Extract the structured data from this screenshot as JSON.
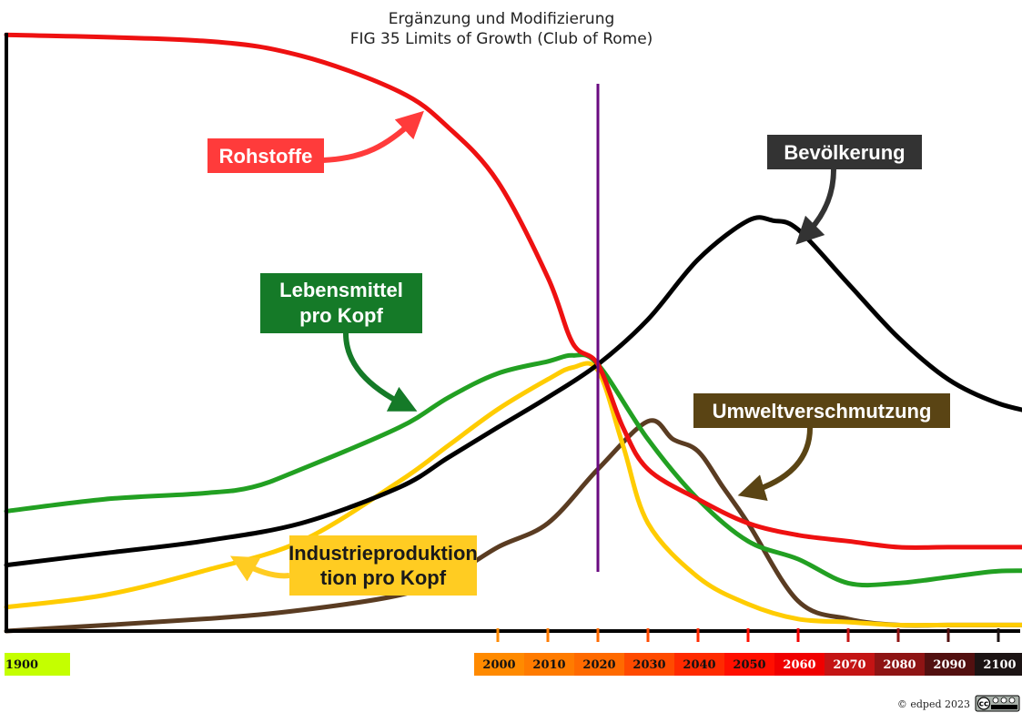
{
  "chart_data": {
    "type": "line",
    "title": [
      "Ergänzung und Modifizierung",
      "FIG 35 Limits of Growth (Club of Rome)"
    ],
    "xlabel": "",
    "ylabel": "",
    "xlim": [
      1900,
      2110
    ],
    "ylim": [
      0,
      100
    ],
    "grid": false,
    "legend": "inline-callouts",
    "marker_year": 2020,
    "x_ticks": [
      {
        "label": "1900",
        "color": "#c4ff00",
        "text_color": "#111111"
      },
      {
        "label": "2000",
        "color": "#ff8a00",
        "text_color": "#111111"
      },
      {
        "label": "2010",
        "color": "#ff7b00",
        "text_color": "#111111"
      },
      {
        "label": "2020",
        "color": "#ff6a00",
        "text_color": "#111111"
      },
      {
        "label": "2030",
        "color": "#ff4a00",
        "text_color": "#111111"
      },
      {
        "label": "2040",
        "color": "#ff2a00",
        "text_color": "#111111"
      },
      {
        "label": "2050",
        "color": "#ff0f00",
        "text_color": "#111111"
      },
      {
        "label": "2060",
        "color": "#f00000",
        "text_color": "#ffffff"
      },
      {
        "label": "2070",
        "color": "#c41414",
        "text_color": "#ffffff"
      },
      {
        "label": "2080",
        "color": "#8e1414",
        "text_color": "#ffffff"
      },
      {
        "label": "2090",
        "color": "#521010",
        "text_color": "#ffffff"
      },
      {
        "label": "2100",
        "color": "#1c1414",
        "text_color": "#ffffff"
      }
    ],
    "series": [
      {
        "name": "Rohstoffe",
        "color": "#ee1111",
        "x": [
          1900,
          1940,
          1960,
          1980,
          1990,
          2000,
          2010,
          2015,
          2020,
          2025,
          2030,
          2040,
          2050,
          2060,
          2070,
          2080,
          2090,
          2100,
          2110
        ],
        "y": [
          99.5,
          98.5,
          96,
          90,
          84,
          75,
          59,
          48,
          44.5,
          34,
          27,
          22,
          18,
          16,
          15,
          14,
          14,
          14,
          14
        ]
      },
      {
        "name": "Bevölkerung",
        "color": "#000000",
        "x": [
          1900,
          1920,
          1940,
          1960,
          1980,
          1990,
          2000,
          2010,
          2020,
          2030,
          2040,
          2050,
          2055,
          2060,
          2070,
          2080,
          2090,
          2100,
          2110
        ],
        "y": [
          11,
          13,
          15,
          18,
          24,
          29,
          34,
          39,
          44.5,
          52,
          62,
          68.5,
          68.5,
          67,
          58,
          49,
          42,
          38,
          36
        ]
      },
      {
        "name": "Lebensmittel pro Kopf",
        "color": "#22a022",
        "x": [
          1900,
          1920,
          1940,
          1950,
          1960,
          1980,
          1990,
          2000,
          2010,
          2015,
          2020,
          2030,
          2040,
          2050,
          2060,
          2070,
          2080,
          2090,
          2100,
          2110
        ],
        "y": [
          20,
          22,
          23,
          24,
          27,
          34,
          39,
          43,
          45,
          46,
          44.5,
          32,
          22,
          15,
          12,
          8,
          8,
          9,
          10,
          10
        ]
      },
      {
        "name": "Industrieproduktion pro Kopf",
        "color": "#ffcc00",
        "x": [
          1900,
          1920,
          1940,
          1960,
          1980,
          1990,
          2000,
          2010,
          2015,
          2020,
          2025,
          2030,
          2040,
          2050,
          2060,
          2070,
          2080,
          2090,
          2100,
          2110
        ],
        "y": [
          4,
          6,
          10,
          15,
          25,
          31,
          37,
          42,
          44,
          43.5,
          31,
          18,
          9,
          4.5,
          2,
          1.5,
          1,
          1,
          1,
          1
        ]
      },
      {
        "name": "Umweltverschmutzung",
        "color": "#5a3c22",
        "x": [
          1900,
          1940,
          1960,
          1980,
          1990,
          2000,
          2010,
          2020,
          2030,
          2035,
          2040,
          2045,
          2050,
          2060,
          2070,
          2080,
          2090,
          2100,
          2110
        ],
        "y": [
          0,
          2,
          3.5,
          6,
          9,
          14,
          18,
          27,
          35,
          32,
          30,
          24,
          18,
          5,
          2,
          1,
          1,
          1,
          1
        ]
      }
    ]
  },
  "labels": {
    "rohstoffe": {
      "lines": [
        "Rohstoffe"
      ],
      "bg": "#ff3b3b",
      "text_color": "#ffffff",
      "arrow_color": "#ff3b3b"
    },
    "bevoelkerung": {
      "lines": [
        "Bevölkerung"
      ],
      "bg": "#333333",
      "text_color": "#ffffff",
      "arrow_color": "#333333"
    },
    "lebensmittel": {
      "lines": [
        "Lebensmittel",
        "pro Kopf"
      ],
      "bg": "#157a28",
      "text_color": "#ffffff",
      "arrow_color": "#157a28"
    },
    "umwelt": {
      "lines": [
        "Umweltverschmutzung"
      ],
      "bg": "#5a4414",
      "text_color": "#ffffff",
      "arrow_color": "#5a4414"
    },
    "industrie": {
      "lines": [
        "Industrieproduktion",
        "tion pro Kopf"
      ],
      "bg": "#ffcc22",
      "text_color": "#1a1a1a",
      "arrow_color": "#ffcc22"
    }
  },
  "colors": {
    "marker_line": "#6a0a80",
    "axis": "#000000"
  },
  "footer": {
    "copyright": "© edped 2023",
    "license_badge": "cc-by-nc-sa-icon"
  }
}
